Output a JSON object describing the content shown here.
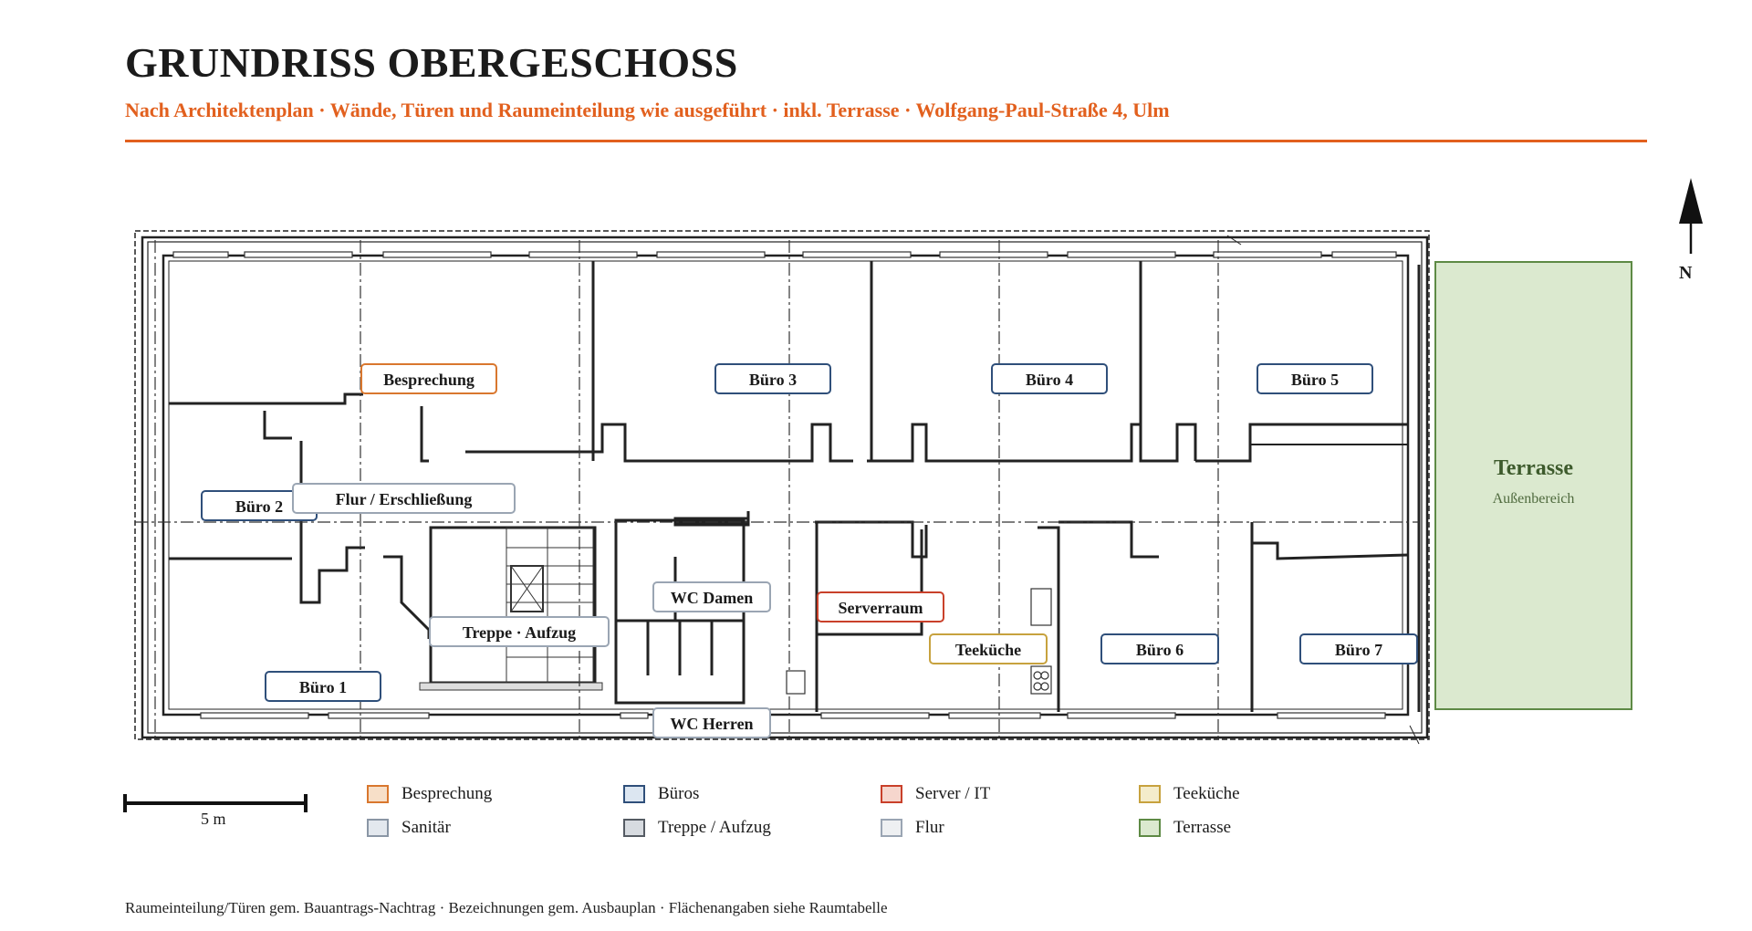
{
  "header": {
    "title": "GRUNDRISS OBERGESCHOSS",
    "subtitle": "Nach Architektenplan · Wände, Türen und Raumeinteilung wie ausgeführt · inkl. Terrasse · Wolfgang-Paul-Straße 4, Ulm"
  },
  "rooms": {
    "besprechung": "Besprechung",
    "buero1": "Büro 1",
    "buero2": "Büro 2",
    "buero3": "Büro 3",
    "buero4": "Büro 4",
    "buero5": "Büro 5",
    "buero6": "Büro 6",
    "buero7": "Büro 7",
    "flur": "Flur / Erschließung",
    "treppe": "Treppe · Aufzug",
    "wc_damen": "WC Damen",
    "wc_herren": "WC Herren",
    "serverraum": "Serverraum",
    "teekueche": "Teeküche"
  },
  "terrace": {
    "name": "Terrasse",
    "sub": "Außenbereich"
  },
  "north": "N",
  "scale": {
    "label": "5 m"
  },
  "legend": [
    {
      "label": "Besprechung",
      "fill": "#f7dfc8",
      "stroke": "#d9772e"
    },
    {
      "label": "Büros",
      "fill": "#dce6f1",
      "stroke": "#2f4f7a"
    },
    {
      "label": "Server / IT",
      "fill": "#f6d6cd",
      "stroke": "#c9402a"
    },
    {
      "label": "Teeküche",
      "fill": "#f4eccb",
      "stroke": "#c7a23e"
    },
    {
      "label": "Sanitär",
      "fill": "#e3e8ee",
      "stroke": "#8a96a5"
    },
    {
      "label": "Treppe / Aufzug",
      "fill": "#d7dbe0",
      "stroke": "#555b63"
    },
    {
      "label": "Flur",
      "fill": "#eef0f2",
      "stroke": "#9aa5b3"
    },
    {
      "label": "Terrasse",
      "fill": "#dbe9cf",
      "stroke": "#5e8a45"
    }
  ],
  "footer": "Raumeinteilung/Türen gem. Bauantrags-Nachtrag · Bezeichnungen gem. Ausbauplan · Flächenangaben siehe Raumtabelle"
}
